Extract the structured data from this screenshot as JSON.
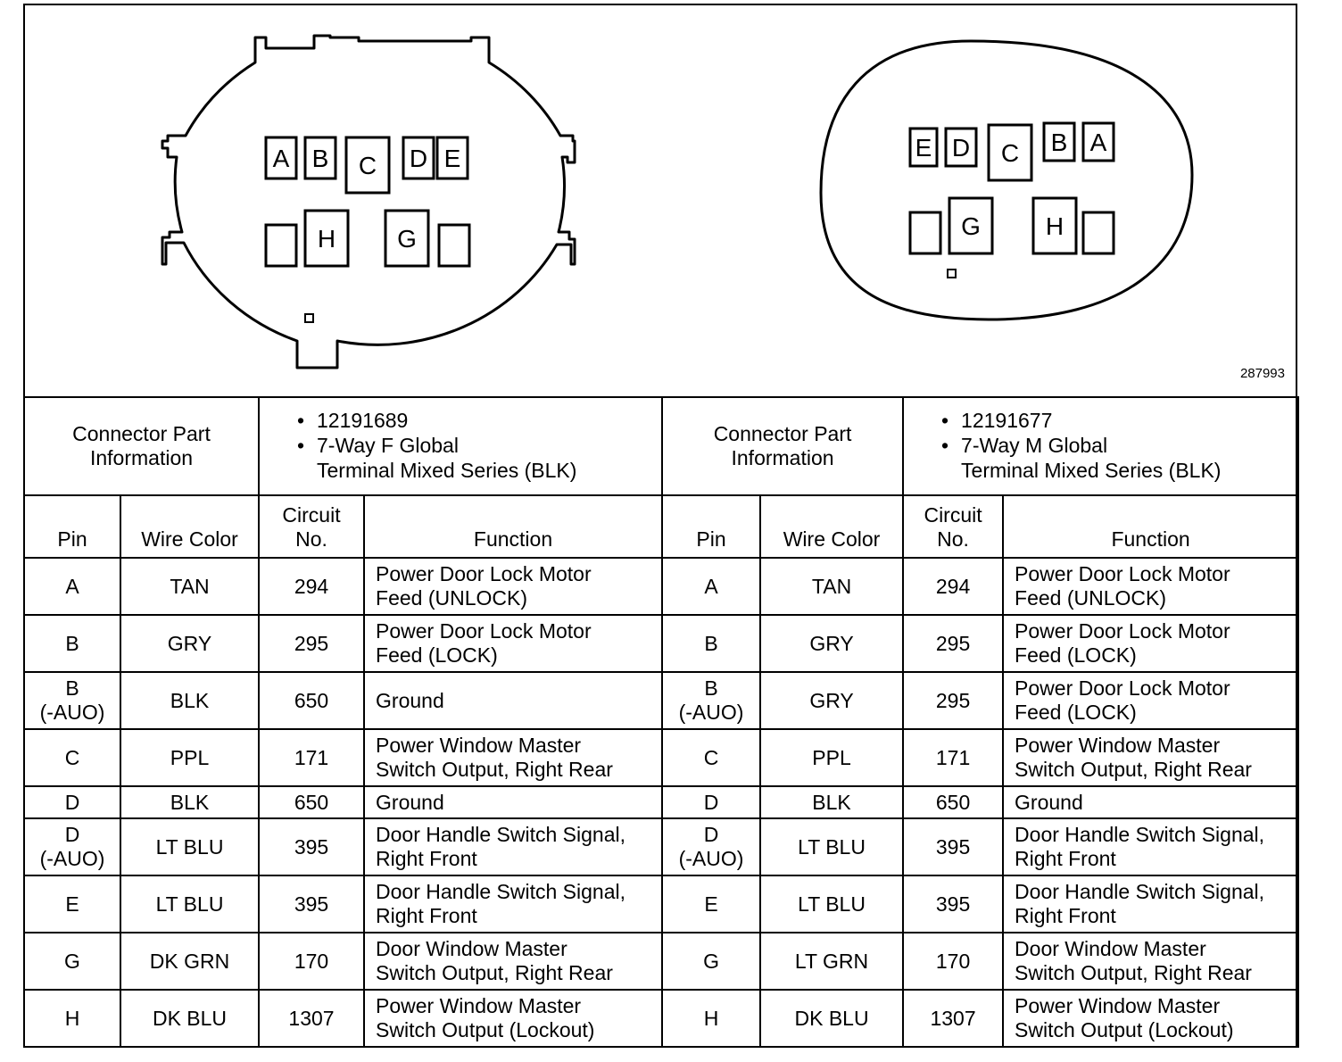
{
  "diagram": {
    "reference_number": "287993",
    "female_connector": {
      "top_row_labels": [
        "A",
        "B",
        "C",
        "D",
        "E"
      ],
      "bottom_row_labels": [
        "H",
        "G"
      ]
    },
    "male_connector": {
      "top_row_labels": [
        "E",
        "D",
        "C",
        "B",
        "A"
      ],
      "bottom_row_labels": [
        "G",
        "H"
      ]
    }
  },
  "connectors": [
    {
      "info_label": "Connector Part\nInformation",
      "part_lines": [
        "12191689",
        "7-Way F Global\nTerminal Mixed Series (BLK)"
      ]
    },
    {
      "info_label": "Connector Part\nInformation",
      "part_lines": [
        "12191677",
        "7-Way M Global\nTerminal Mixed Series (BLK)"
      ]
    }
  ],
  "columns": {
    "pin": "Pin",
    "wire_color": "Wire Color",
    "circuit_no": "Circuit\nNo.",
    "function": "Function"
  },
  "rows": [
    {
      "left": {
        "pin": "A",
        "wire": "TAN",
        "circuit": "294",
        "function": "Power Door Lock Motor\nFeed (UNLOCK)"
      },
      "right": {
        "pin": "A",
        "wire": "TAN",
        "circuit": "294",
        "function": "Power Door Lock Motor\nFeed (UNLOCK)"
      }
    },
    {
      "left": {
        "pin": "B",
        "wire": "GRY",
        "circuit": "295",
        "function": "Power Door Lock Motor\nFeed (LOCK)"
      },
      "right": {
        "pin": "B",
        "wire": "GRY",
        "circuit": "295",
        "function": "Power Door Lock Motor\nFeed (LOCK)"
      }
    },
    {
      "left": {
        "pin": "B\n(-AUO)",
        "wire": "BLK",
        "circuit": "650",
        "function": "Ground"
      },
      "right": {
        "pin": "B\n(-AUO)",
        "wire": "GRY",
        "circuit": "295",
        "function": "Power Door Lock Motor\nFeed (LOCK)"
      }
    },
    {
      "left": {
        "pin": "C",
        "wire": "PPL",
        "circuit": "171",
        "function": "Power Window Master\nSwitch Output, Right Rear"
      },
      "right": {
        "pin": "C",
        "wire": "PPL",
        "circuit": "171",
        "function": "Power Window Master\nSwitch Output, Right Rear"
      }
    },
    {
      "left": {
        "pin": "D",
        "wire": "BLK",
        "circuit": "650",
        "function": "Ground"
      },
      "right": {
        "pin": "D",
        "wire": "BLK",
        "circuit": "650",
        "function": "Ground"
      }
    },
    {
      "left": {
        "pin": "D\n(-AUO)",
        "wire": "LT BLU",
        "circuit": "395",
        "function": "Door Handle Switch Signal,\nRight Front"
      },
      "right": {
        "pin": "D\n(-AUO)",
        "wire": "LT BLU",
        "circuit": "395",
        "function": "Door Handle Switch Signal,\nRight Front"
      }
    },
    {
      "left": {
        "pin": "E",
        "wire": "LT BLU",
        "circuit": "395",
        "function": "Door Handle Switch Signal,\nRight Front"
      },
      "right": {
        "pin": "E",
        "wire": "LT BLU",
        "circuit": "395",
        "function": "Door Handle Switch Signal,\nRight Front"
      }
    },
    {
      "left": {
        "pin": "G",
        "wire": "DK GRN",
        "circuit": "170",
        "function": "Door Window Master\nSwitch Output, Right Rear"
      },
      "right": {
        "pin": "G",
        "wire": "LT GRN",
        "circuit": "170",
        "function": "Door Window Master\nSwitch Output, Right Rear"
      }
    },
    {
      "left": {
        "pin": "H",
        "wire": "DK BLU",
        "circuit": "1307",
        "function": "Power Window Master\nSwitch Output (Lockout)"
      },
      "right": {
        "pin": "H",
        "wire": "DK BLU",
        "circuit": "1307",
        "function": "Power Window Master\nSwitch Output (Lockout)"
      }
    }
  ]
}
